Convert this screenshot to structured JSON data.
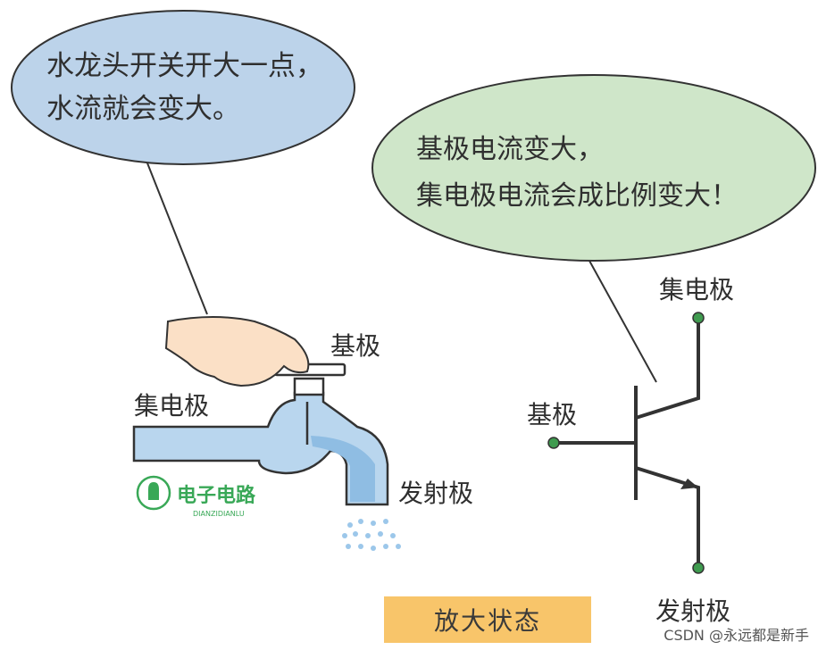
{
  "bubble_left": {
    "line1": "水龙头开关开大一点，",
    "line2": "水流就会变大。"
  },
  "bubble_right": {
    "line1": "基极电流变大，",
    "line2": "集电极电流会成比例变大！"
  },
  "faucet_labels": {
    "base": "基极",
    "collector": "集电极",
    "emitter": "发射极"
  },
  "transistor_labels": {
    "base": "基极",
    "collector": "集电极",
    "emitter": "发射极"
  },
  "logo": {
    "name": "电子电路",
    "pinyin": "DIANZIDIANLU"
  },
  "caption": "放大状态",
  "watermark": "CSDN @永远都是新手",
  "colors": {
    "bubble_left": "#bcd3ea",
    "bubble_right": "#cfe6c9",
    "pipe": "#b9d6ee",
    "caption_bg": "#f8c56a",
    "terminal_dot": "#3f9b4f",
    "logo_green": "#39a857"
  }
}
